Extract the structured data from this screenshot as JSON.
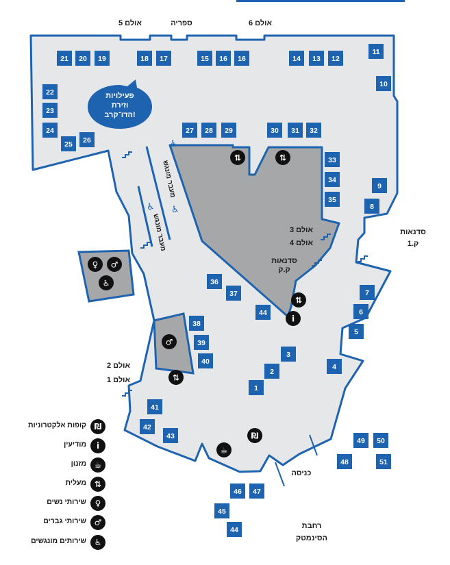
{
  "colors": {
    "wall": "#1d63b0",
    "floor": "#e6e7e9",
    "core": "#a6a7a9",
    "booth": "#1d63b0",
    "booth_text": "#ffffff",
    "icon": "#111111"
  },
  "booths": [
    "21",
    "20",
    "19",
    "18",
    "17",
    "15",
    "16",
    "16",
    "14",
    "13",
    "12",
    "11",
    "10",
    "22",
    "23",
    "24",
    "25",
    "26",
    "27",
    "28",
    "29",
    "30",
    "31",
    "32",
    "33",
    "34",
    "35",
    "9",
    "8",
    "36",
    "37",
    "44",
    "38",
    "39",
    "40",
    "7",
    "6",
    "5",
    "3",
    "2",
    "1",
    "4",
    "41",
    "42",
    "43",
    "49",
    "50",
    "48",
    "51",
    "46",
    "47",
    "45",
    "44"
  ],
  "hall_labels": {
    "hall5": "אולם 5",
    "library": "ספריה",
    "hall6": "אולם 6",
    "hall3": "אולם 3",
    "hall4": "אולם 4",
    "workshops_core_1": "סדנאות",
    "workshops_core_2": "ק.ק",
    "workshops_right_1": "סדנאות",
    "workshops_right_2": "ק.1",
    "hall2": "אולם 2",
    "hall1": "אולם 1",
    "entrance": "כניסה",
    "plaza_1": "רחבת",
    "plaza_2": "הסינמטק",
    "accessible_path_1": "מעבר מונגש",
    "accessible_path_2": "מעבר מונגש"
  },
  "bubble": [
    "פעילויות",
    "וזירת",
    "הדו־קרב!"
  ],
  "map_icons": [
    {
      "name": "elevator-icon",
      "glyph": "⇅"
    },
    {
      "name": "elevator-icon",
      "glyph": "⇅"
    },
    {
      "name": "elevator-icon",
      "glyph": "⇅"
    },
    {
      "name": "elevator-icon",
      "glyph": "⇅"
    },
    {
      "name": "info-icon",
      "glyph": "i"
    },
    {
      "name": "womens-restroom-icon",
      "glyph": "♀"
    },
    {
      "name": "mens-restroom-icon",
      "glyph": "♂"
    },
    {
      "name": "accessible-restroom-icon",
      "glyph": "♿"
    },
    {
      "name": "mens-restroom-icon",
      "glyph": "♂"
    },
    {
      "name": "ticket-box-icon",
      "glyph": "₪"
    },
    {
      "name": "buffet-icon",
      "glyph": "☕"
    }
  ],
  "legend": [
    {
      "icon": "ticket-box-icon",
      "glyph": "₪",
      "label": "קופות אלקטרוניות"
    },
    {
      "icon": "info-icon",
      "glyph": "i",
      "label": "מודיעין"
    },
    {
      "icon": "buffet-icon",
      "glyph": "☕",
      "label": "מזנון"
    },
    {
      "icon": "elevator-icon",
      "glyph": "⇅",
      "label": "מעלית"
    },
    {
      "icon": "womens-restroom-icon",
      "glyph": "♀",
      "label": "שירותי נשים"
    },
    {
      "icon": "mens-restroom-icon",
      "glyph": "♂",
      "label": "שירותי גברים"
    },
    {
      "icon": "accessible-restroom-icon",
      "glyph": "♿",
      "label": "שירותים מונגשים"
    }
  ]
}
